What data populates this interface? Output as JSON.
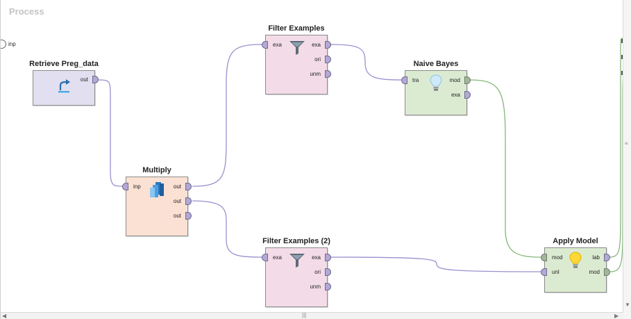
{
  "panel": {
    "title": "Process"
  },
  "process_input": {
    "label": "inp"
  },
  "operators": {
    "retrieve": {
      "title": "Retrieve Preg_data",
      "ports_out": [
        "out"
      ],
      "icon": "retrieve-arrow-icon"
    },
    "multiply": {
      "title": "Multiply",
      "ports_in": [
        "inp"
      ],
      "ports_out": [
        "out",
        "out",
        "out"
      ],
      "icon": "multiply-icon"
    },
    "filter1": {
      "title": "Filter Examples",
      "ports_in": [
        "exa"
      ],
      "ports_out": [
        "exa",
        "ori",
        "unm"
      ],
      "icon": "funnel-icon"
    },
    "filter2": {
      "title": "Filter Examples (2)",
      "ports_in": [
        "exa"
      ],
      "ports_out": [
        "exa",
        "ori",
        "unm"
      ],
      "icon": "funnel-icon"
    },
    "naive_bayes": {
      "title": "Naive Bayes",
      "ports_in": [
        "tra"
      ],
      "ports_out": [
        "mod",
        "exa"
      ],
      "icon": "lightbulb-icon"
    },
    "apply_model": {
      "title": "Apply Model",
      "ports_in": [
        "mod",
        "unl"
      ],
      "ports_out": [
        "lab",
        "mod"
      ],
      "icon": "lightbulb-icon"
    }
  },
  "colors": {
    "data_port": "#b4a8d8",
    "model_port": "#a3b59c",
    "data_wire": "#9b8fcf",
    "model_wire": "#84b77a",
    "retrieve_fill": "#e1dff0",
    "multiply_fill": "#fbe1d3",
    "filter_fill": "#f3dce8",
    "learner_fill": "#dbebd2"
  }
}
